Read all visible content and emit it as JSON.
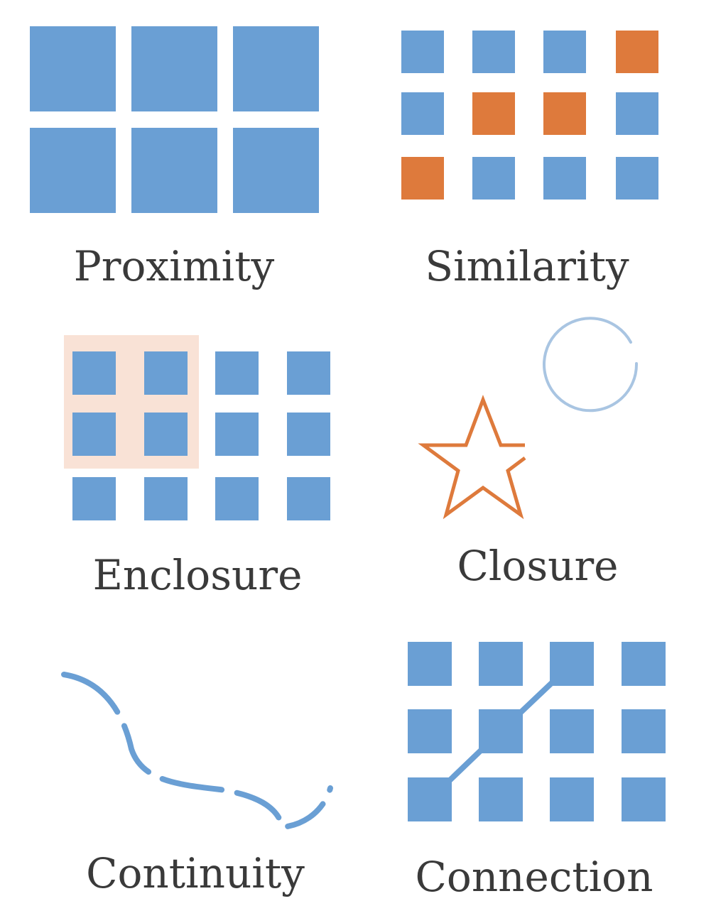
{
  "colors": {
    "blue": "#6a9fd4",
    "orange": "#de7a3c",
    "enclosure_fill": "#f9e2d6",
    "circle_stroke": "#a9c5e2",
    "text": "#3a3a3a",
    "background": "#ffffff"
  },
  "panels": [
    {
      "id": "proximity",
      "label": "Proximity",
      "grid": {
        "rows": 2,
        "cols": 3
      }
    },
    {
      "id": "similarity",
      "label": "Similarity",
      "grid": {
        "rows": 3,
        "cols": 4
      },
      "pattern": [
        [
          "blue",
          "blue",
          "blue",
          "orange"
        ],
        [
          "blue",
          "orange",
          "orange",
          "blue"
        ],
        [
          "orange",
          "blue",
          "blue",
          "blue"
        ]
      ]
    },
    {
      "id": "enclosure",
      "label": "Enclosure",
      "grid": {
        "rows": 3,
        "cols": 4
      },
      "enclosed": {
        "rows": 2,
        "cols": 2
      }
    },
    {
      "id": "closure",
      "label": "Closure",
      "shapes": [
        "open-circle",
        "open-star"
      ]
    },
    {
      "id": "continuity",
      "label": "Continuity",
      "shapes": [
        "dashed-curve"
      ]
    },
    {
      "id": "connection",
      "label": "Connection",
      "grid": {
        "rows": 3,
        "cols": 4
      },
      "connected_cells": [
        [
          2,
          0
        ],
        [
          1,
          1
        ],
        [
          0,
          2
        ]
      ]
    }
  ]
}
